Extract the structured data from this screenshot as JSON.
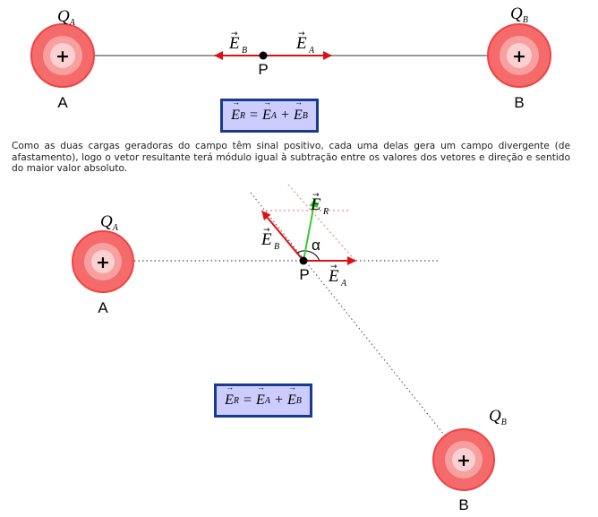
{
  "diagram1": {
    "charge_a": {
      "label": "A",
      "charge_label": "Q",
      "charge_sub": "A",
      "sign": "+"
    },
    "charge_b": {
      "label": "B",
      "charge_label": "Q",
      "charge_sub": "B",
      "sign": "+"
    },
    "point": {
      "label": "P"
    },
    "vector_ea": {
      "label": "E",
      "sub": "A"
    },
    "vector_eb": {
      "label": "E",
      "sub": "B"
    },
    "formula": {
      "lhs": "E",
      "lhs_sub": "R",
      "eq": "=",
      "t1": "E",
      "t1_sub": "A",
      "plus": "+",
      "t2": "E",
      "t2_sub": "B"
    }
  },
  "explanation": "Como as duas cargas geradoras do campo têm sinal positivo, cada uma delas gera um campo divergente (de afastamento), logo o vetor resultante terá módulo igual à subtração entre os valores dos vetores e direção e sentido do maior valor absoluto.",
  "diagram2": {
    "charge_a": {
      "label": "A",
      "charge_label": "Q",
      "charge_sub": "A",
      "sign": "+"
    },
    "charge_b": {
      "label": "B",
      "charge_label": "Q",
      "charge_sub": "B",
      "sign": "+"
    },
    "point": {
      "label": "P"
    },
    "vector_ea": {
      "label": "E",
      "sub": "A"
    },
    "vector_eb": {
      "label": "E",
      "sub": "B"
    },
    "vector_er": {
      "label": "E",
      "sub": "R"
    },
    "angle": {
      "label": "α"
    },
    "formula": {
      "lhs": "E",
      "lhs_sub": "R",
      "eq": "=",
      "t1": "E",
      "t1_sub": "A",
      "plus": "+",
      "t2": "E",
      "t2_sub": "B"
    }
  },
  "colors": {
    "charge_outer": "#f04848",
    "charge_mid": "#f56a6a",
    "charge_inner": "#f8a0a0",
    "charge_core": "#fbd0d0",
    "field_vector": "#dd1111",
    "resultant_vector": "#33cc33",
    "formula_bg": "#ccccff",
    "formula_border": "#1a3a8f"
  }
}
